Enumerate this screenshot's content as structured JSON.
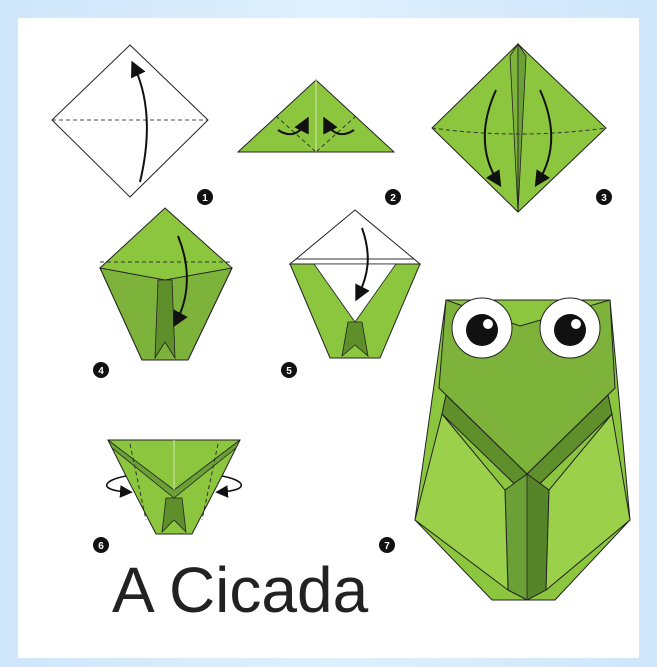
{
  "title": "A Cicada",
  "colors": {
    "paper_light": "#8cc63f",
    "paper_mid": "#7db33a",
    "paper_dark": "#5f8f2a",
    "outline": "#1a1a1a",
    "background": "#d6eafc"
  },
  "steps": [
    {
      "number": "1"
    },
    {
      "number": "2"
    },
    {
      "number": "3"
    },
    {
      "number": "4"
    },
    {
      "number": "5"
    },
    {
      "number": "6"
    },
    {
      "number": "7"
    }
  ]
}
